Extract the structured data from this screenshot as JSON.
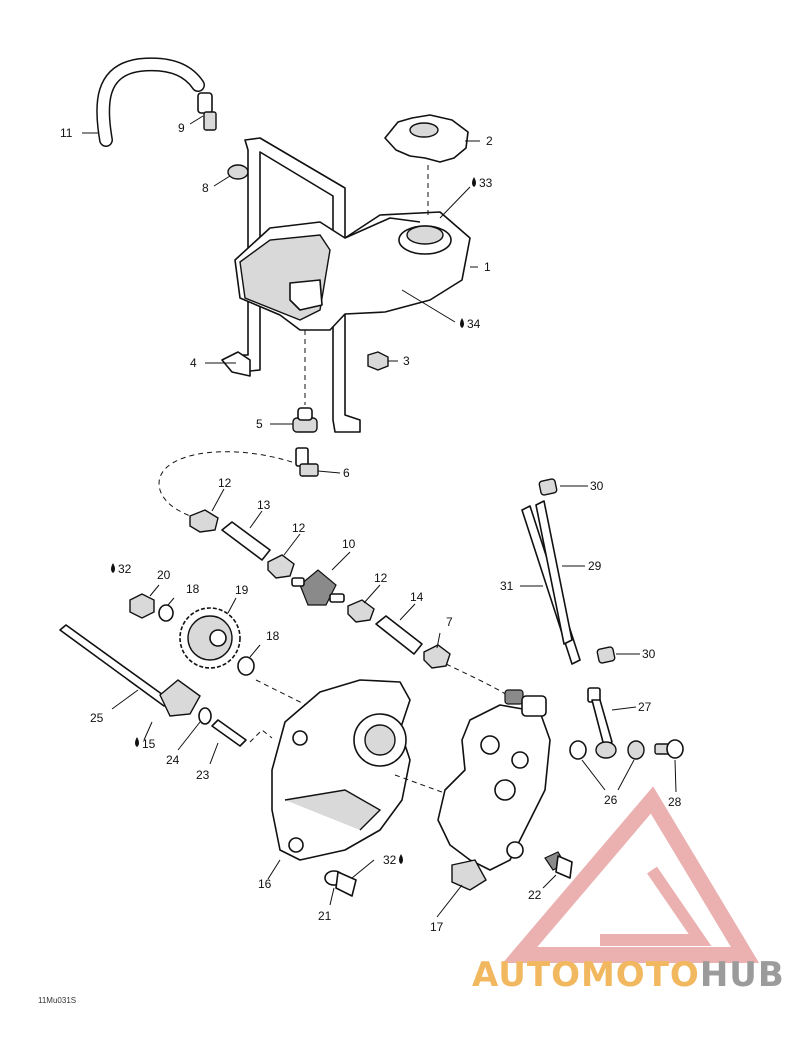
{
  "diagram": {
    "drawing_code": "11Mu031S",
    "watermark": {
      "part1": "AUTOMOTO",
      "part2": "HUB"
    },
    "callouts": [
      {
        "id": "c1",
        "label": "1"
      },
      {
        "id": "c2",
        "label": "2"
      },
      {
        "id": "c3",
        "label": "3"
      },
      {
        "id": "c4",
        "label": "4"
      },
      {
        "id": "c5",
        "label": "5"
      },
      {
        "id": "c6",
        "label": "6"
      },
      {
        "id": "c7",
        "label": "7"
      },
      {
        "id": "c8",
        "label": "8"
      },
      {
        "id": "c9",
        "label": "9"
      },
      {
        "id": "c10",
        "label": "10"
      },
      {
        "id": "c11",
        "label": "11"
      },
      {
        "id": "c12a",
        "label": "12"
      },
      {
        "id": "c12b",
        "label": "12"
      },
      {
        "id": "c12c",
        "label": "12"
      },
      {
        "id": "c13",
        "label": "13"
      },
      {
        "id": "c14",
        "label": "14"
      },
      {
        "id": "c15",
        "label": "15"
      },
      {
        "id": "c16",
        "label": "16"
      },
      {
        "id": "c17",
        "label": "17"
      },
      {
        "id": "c18a",
        "label": "18"
      },
      {
        "id": "c18b",
        "label": "18"
      },
      {
        "id": "c19",
        "label": "19"
      },
      {
        "id": "c20",
        "label": "20"
      },
      {
        "id": "c21",
        "label": "21"
      },
      {
        "id": "c22",
        "label": "22"
      },
      {
        "id": "c23",
        "label": "23"
      },
      {
        "id": "c24",
        "label": "24"
      },
      {
        "id": "c25",
        "label": "25"
      },
      {
        "id": "c26",
        "label": "26"
      },
      {
        "id": "c27",
        "label": "27"
      },
      {
        "id": "c28",
        "label": "28"
      },
      {
        "id": "c29",
        "label": "29"
      },
      {
        "id": "c30a",
        "label": "30"
      },
      {
        "id": "c30b",
        "label": "30"
      },
      {
        "id": "c31",
        "label": "31"
      },
      {
        "id": "c32a",
        "label": "32"
      },
      {
        "id": "c32b",
        "label": "32"
      },
      {
        "id": "c33",
        "label": "33"
      },
      {
        "id": "c34",
        "label": "34"
      }
    ]
  }
}
